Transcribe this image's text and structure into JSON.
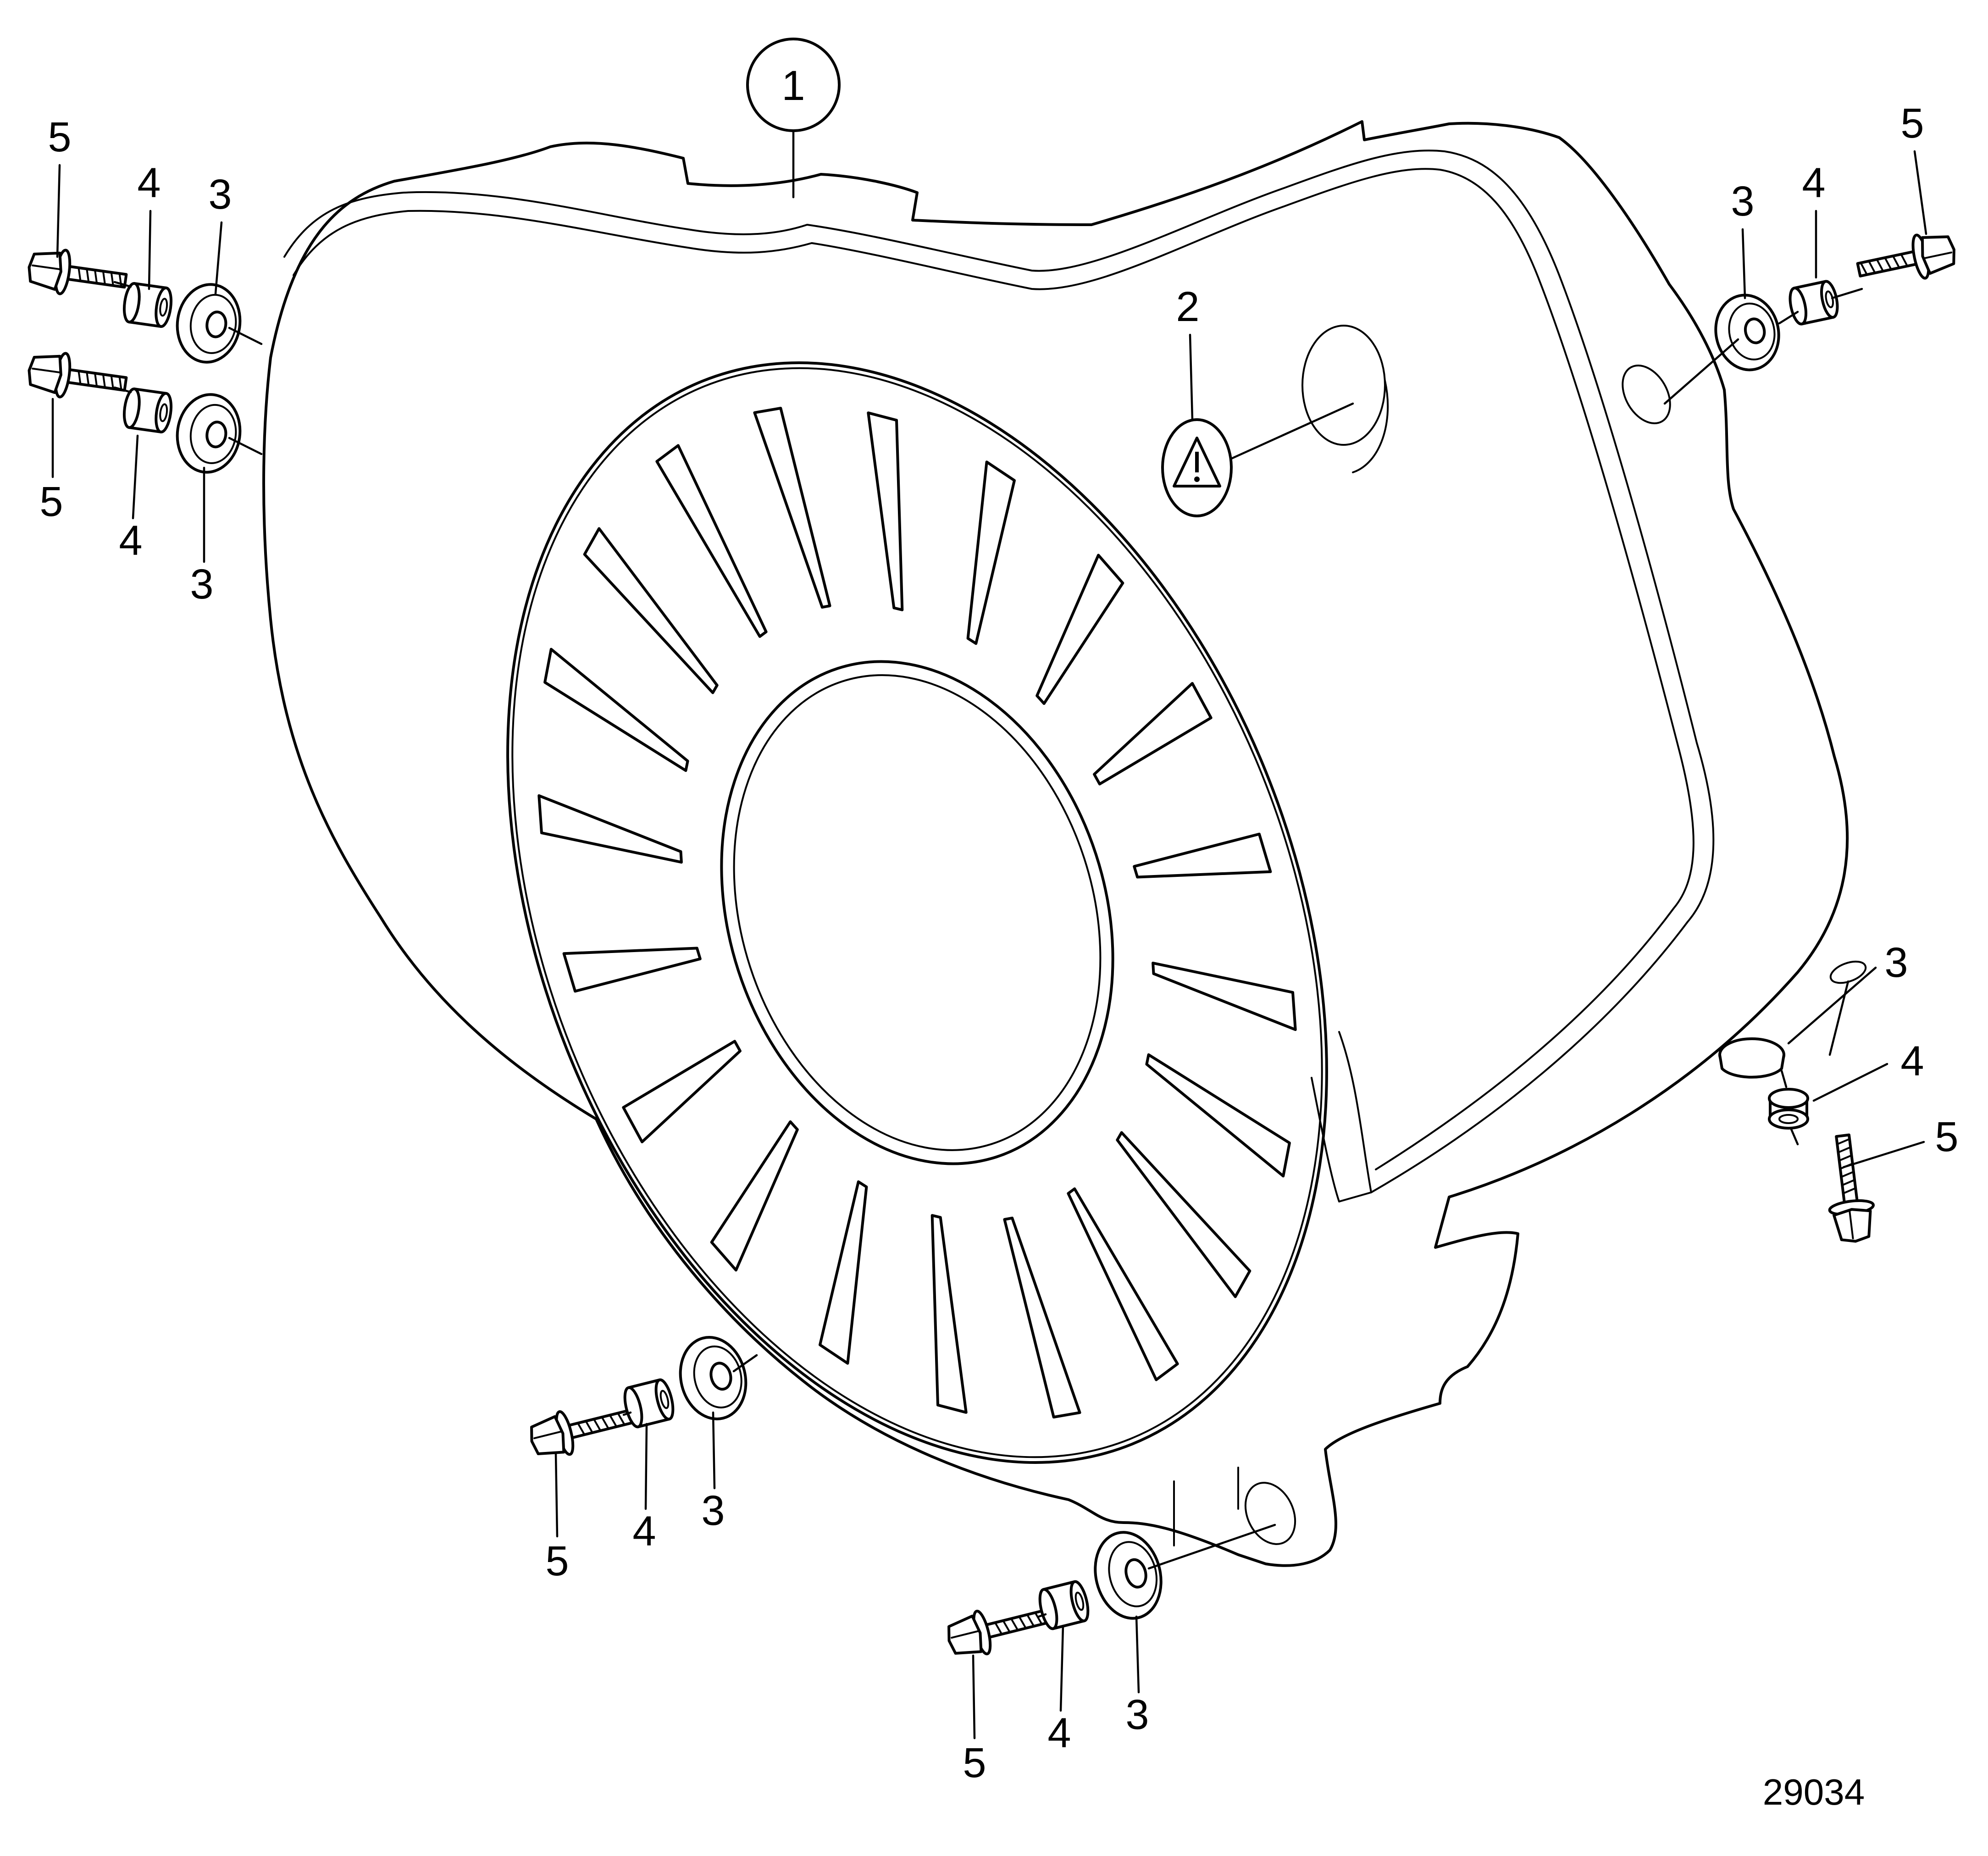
{
  "figure_number": "29034",
  "callouts": {
    "housing": "1",
    "warning_label": "2",
    "washer": "3",
    "spacer": "4",
    "bolt": "5"
  },
  "colors": {
    "line": "#000000",
    "background": "#ffffff"
  }
}
